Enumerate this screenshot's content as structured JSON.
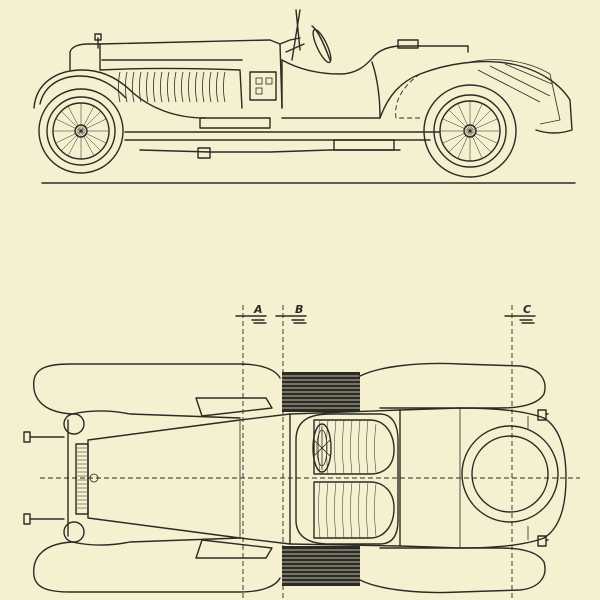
{
  "sections": [
    {
      "id": "A",
      "label": "A"
    },
    {
      "id": "B",
      "label": "B"
    },
    {
      "id": "C",
      "label": "C"
    }
  ],
  "colors": {
    "paper": "#f5f0d0",
    "ink": "#2b2a24"
  },
  "icons": {
    "side_view": "car-side-elevation",
    "top_view": "car-plan-view"
  }
}
